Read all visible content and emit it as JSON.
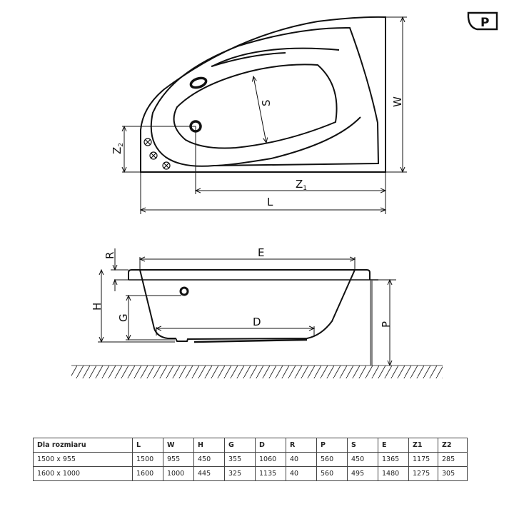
{
  "badge": {
    "letter": "P",
    "icon": "right-hand-bath-badge-icon"
  },
  "top_view": {
    "labels": {
      "W": "W",
      "L": "L",
      "Z1": "Z",
      "Z1_sub": "1",
      "Z2": "Z",
      "Z2_sub": "2",
      "S": "S"
    }
  },
  "side_view": {
    "labels": {
      "E": "E",
      "R": "R",
      "H": "H",
      "G": "G",
      "D": "D",
      "P": "P"
    }
  },
  "table": {
    "headers": [
      "Dla rozmiaru",
      "L",
      "W",
      "H",
      "G",
      "D",
      "R",
      "P",
      "S",
      "E",
      "Z1",
      "Z2"
    ],
    "rows": [
      [
        "1500 x 955",
        "1500",
        "955",
        "450",
        "355",
        "1060",
        "40",
        "560",
        "450",
        "1365",
        "1175",
        "285"
      ],
      [
        "1600 x 1000",
        "1600",
        "1000",
        "445",
        "325",
        "1135",
        "40",
        "560",
        "495",
        "1480",
        "1275",
        "305"
      ]
    ]
  }
}
